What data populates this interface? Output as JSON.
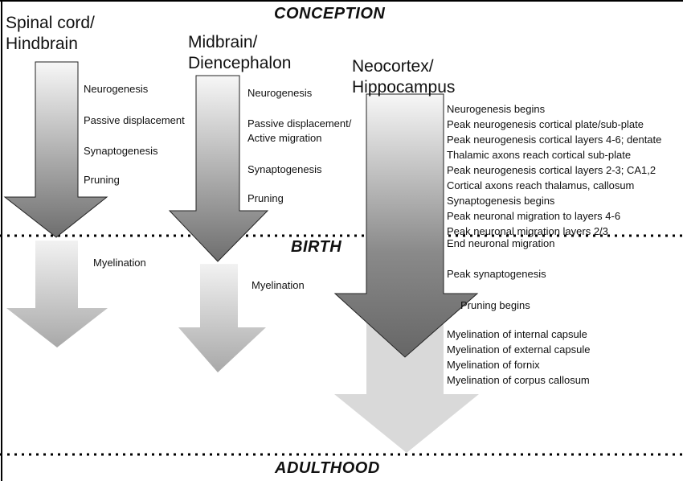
{
  "milestones": {
    "conception": "CONCEPTION",
    "birth": "BIRTH",
    "adulthood": "ADULTHOOD"
  },
  "columns": {
    "spinal": {
      "title_line1": "Spinal cord/",
      "title_line2": "Hindbrain",
      "prenatal": [
        "Neurogenesis",
        "Passive displacement",
        "Synaptogenesis",
        "Pruning"
      ],
      "postnatal": [
        "Myelination"
      ]
    },
    "midbrain": {
      "title_line1": "Midbrain/",
      "title_line2": "Diencephalon",
      "prenatal": [
        "Neurogenesis",
        "Passive displacement/",
        "Active migration",
        "Synaptogenesis",
        "Pruning"
      ],
      "postnatal": [
        "Myelination"
      ]
    },
    "neocortex": {
      "title_line1": "Neocortex/",
      "title_line2": "Hippocampus",
      "prenatal": [
        "Neurogenesis begins",
        "Peak neurogenesis cortical plate/sub-plate",
        "Peak neurogenesis cortical layers 4-6; dentate",
        "Thalamic axons reach cortical  sub-plate",
        "Peak neurogenesis cortical layers 2-3; CA1,2",
        "Cortical axons reach thalamus, callosum",
        "Synaptogenesis begins",
        "Peak neuronal migration to layers 4-6",
        "Peak neuronal migration layers 2/3"
      ],
      "postnatal_early": [
        "End neuronal migration",
        "Peak synaptogenesis",
        "Pruning begins"
      ],
      "postnatal_late": [
        "Myelination of internal capsule",
        "Myelination of external capsule",
        "Myelination of  fornix",
        "Myelination of corpus callosum"
      ]
    }
  },
  "colors": {
    "prenatal_arrow_top": "#f7f7f7",
    "prenatal_arrow_bottom": "#6e6e6e",
    "postnatal_arrow_top": "#f2f2f2",
    "postnatal_arrow_bottom": "#a8a8a8",
    "neocortex_late_arrow": "#d9d9d9"
  }
}
